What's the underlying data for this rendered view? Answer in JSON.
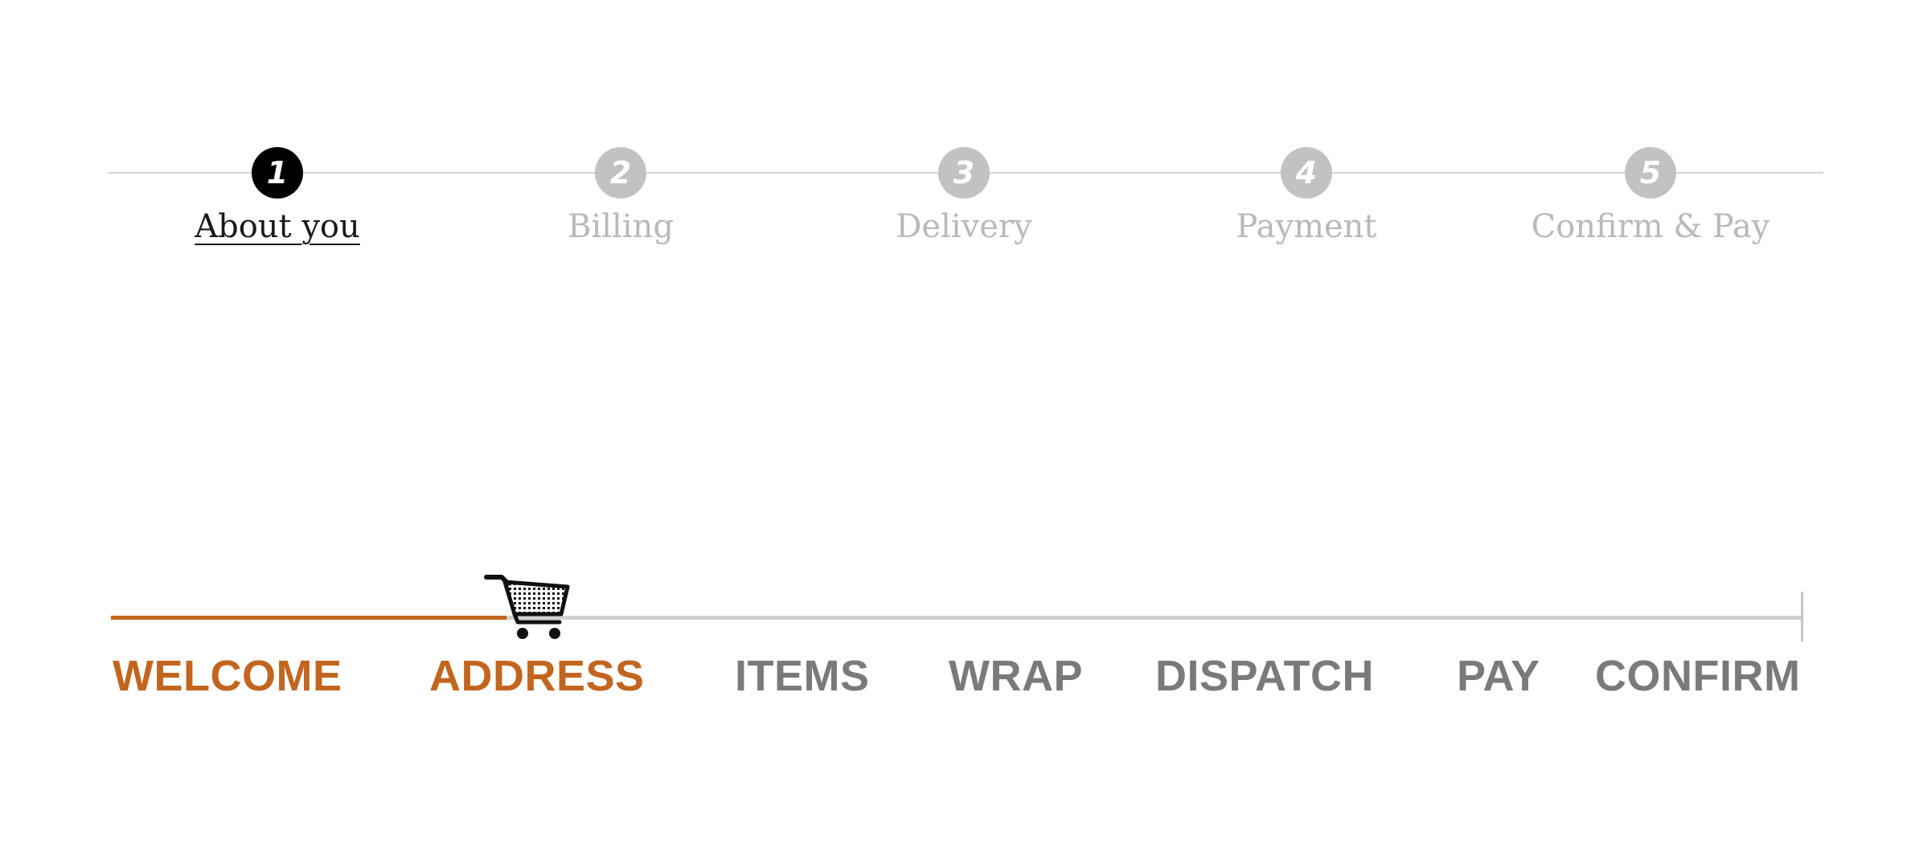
{
  "stepper_numbered": {
    "steps": [
      {
        "number": "1",
        "label": "About you",
        "state": "active"
      },
      {
        "number": "2",
        "label": "Billing",
        "state": "inactive"
      },
      {
        "number": "3",
        "label": "Delivery",
        "state": "inactive"
      },
      {
        "number": "4",
        "label": "Payment",
        "state": "inactive"
      },
      {
        "number": "5",
        "label": "Confirm & Pay",
        "state": "inactive"
      }
    ],
    "colors": {
      "active": "#000000",
      "inactive": "#c2c2c2",
      "track": "#d4d4d4"
    }
  },
  "stepper_cart": {
    "steps": [
      {
        "label": "WELCOME",
        "state": "done"
      },
      {
        "label": "ADDRESS",
        "state": "current"
      },
      {
        "label": "ITEMS",
        "state": "upcoming"
      },
      {
        "label": "WRAP",
        "state": "upcoming"
      },
      {
        "label": "DISPATCH",
        "state": "upcoming"
      },
      {
        "label": "PAY",
        "state": "upcoming"
      },
      {
        "label": "CONFIRM",
        "state": "upcoming"
      }
    ],
    "current_step_index": 1,
    "progress_icon": "shopping-cart-icon",
    "colors": {
      "accent": "#c2651f",
      "upcoming": "#7a7a7a",
      "track": "#d0d0d0"
    }
  }
}
